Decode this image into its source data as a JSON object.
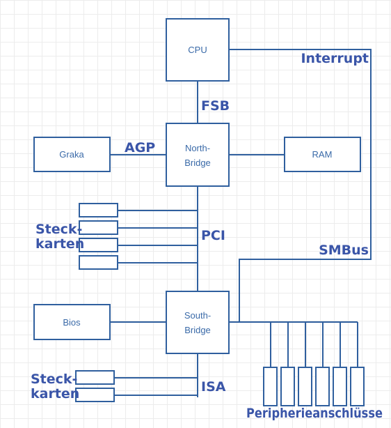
{
  "boxes": {
    "cpu": "CPU",
    "northbridge_line1": "North-",
    "northbridge_line2": "Bridge",
    "southbridge_line1": "South-",
    "southbridge_line2": "Bridge",
    "ram": "RAM",
    "graka": "Graka",
    "bios": "Bios"
  },
  "labels": {
    "interrupt": "Interrupt",
    "fsb": "FSB",
    "agp": "AGP",
    "pci": "PCI",
    "smbus": "SMBus",
    "isa": "ISA",
    "steckkarten_pci_line1": "Steck-",
    "steckkarten_pci_line2": "karten",
    "steckkarten_isa_line1": "Steck-",
    "steckkarten_isa_line2": "karten",
    "peripherie": "Peripherieanschlüsse"
  },
  "colors": {
    "line": "#2f5f9e",
    "box_text": "#3a6aa8",
    "label_text": "#3a55a8",
    "grid": "#ececec"
  }
}
